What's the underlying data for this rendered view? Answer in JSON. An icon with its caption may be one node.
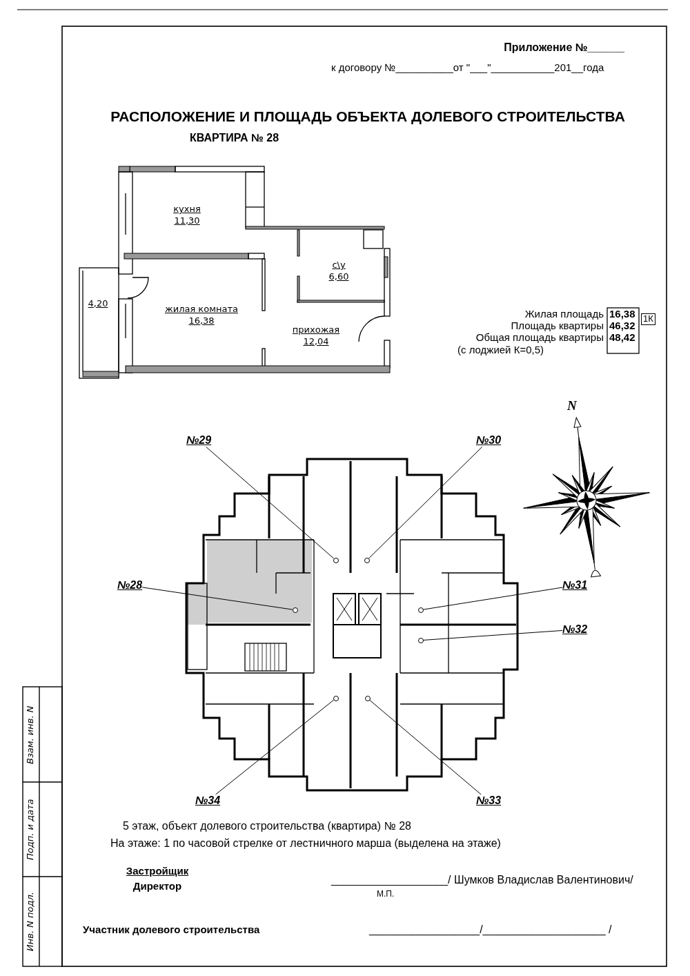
{
  "diagram": {
    "title": "РАСПОЛОЖЕНИЕ И ПЛОЩАДЬ ОБЪЕКТА ДОЛЕВОГО СТРОИТЕЛЬСТВА",
    "nodes": [
      {
        "text": [
          "кухня",
          "11,30"
        ]
      },
      {
        "text": [
          "жилая комната",
          "16,38"
        ]
      },
      {
        "text": [
          "с\\у",
          "6,60"
        ]
      },
      {
        "text": [
          "прихожая",
          "12,04"
        ]
      },
      {
        "text": [
          "4,20"
        ]
      },
      {
        "text": [
          "№29"
        ]
      },
      {
        "text": [],
        "shape": "circle"
      },
      {
        "text": [
          "№30"
        ]
      },
      {
        "text": [],
        "shape": "circle"
      },
      {
        "text": [
          "№28"
        ]
      },
      {
        "text": [],
        "shape": "circle"
      },
      {
        "text": [
          "№31"
        ]
      },
      {
        "text": [],
        "shape": "circle"
      },
      {
        "text": [
          "№32"
        ]
      },
      {
        "text": [],
        "shape": "circle"
      },
      {
        "text": [
          "№34"
        ]
      },
      {
        "text": [],
        "shape": "circle"
      },
      {
        "text": [
          "№33"
        ]
      },
      {
        "text": [],
        "shape": "circle"
      }
    ],
    "edges": [
      {
        "from": 5,
        "to": 6,
        "arrow": "none"
      },
      {
        "from": 7,
        "to": 8,
        "arrow": "none"
      },
      {
        "from": 9,
        "to": 10,
        "arrow": "none"
      },
      {
        "from": 11,
        "to": 12,
        "arrow": "none"
      },
      {
        "from": 13,
        "to": 14,
        "arrow": "none"
      },
      {
        "from": 15,
        "to": 16,
        "arrow": "none"
      },
      {
        "from": 17,
        "to": 18,
        "arrow": "none"
      }
    ],
    "labels": [
      "Приложение №______",
      "к договору №__________от \"___\"___________201__года",
      "КВАРТИРА № 28",
      "Жилая площадь",
      "16,38",
      "1К",
      "Площадь квартиры",
      "46,32",
      "Общая площадь квартиры",
      "48,42",
      "(с лоджией К=0,5)",
      "N",
      "5 этаж, объект долевого строительства (квартира) № 28",
      "На этаже:  1 по часовой стрелке от лестничного марша (выделена на этаже)",
      "Застройщик",
      "Директор",
      "___________________/ Шумков Владислав Валентинович/",
      "М.П.",
      "Участник долевого строительства",
      "__________________/____________________ /",
      "Взам. инв. N",
      "Подп. и дата",
      "Инв. N подл."
    ]
  }
}
